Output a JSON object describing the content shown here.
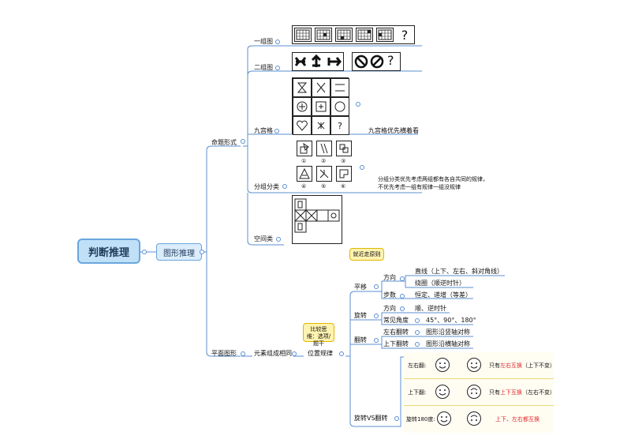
{
  "root": {
    "label": "判断推理"
  },
  "sub": {
    "label": "图形推理"
  },
  "branch1": {
    "label": "命题形式",
    "items": {
      "yizu": "一组图",
      "erzu": "二组图",
      "jiugong": "九宫格",
      "jiugong_note": "九宫格优先横着看",
      "fenzu": "分组分类",
      "fenzu_note_1": "分组分类优先考虑两组都有各自共同的规律，",
      "fenzu_note_2": "不优先考虑一组有规律一组没规律",
      "kongjian": "空间类"
    },
    "qmark": "?",
    "group_nums": [
      "①",
      "②",
      "③",
      "④",
      "⑤",
      "⑥"
    ]
  },
  "branch2": {
    "label": "平面图形",
    "child": "元素组成相同",
    "position": "位置规律",
    "callout_compare": "比较思维：选项/题干",
    "callout_near": "就近走原则",
    "pingyi": {
      "label": "平移",
      "fangxiang": "方向",
      "fangxiang_items": [
        "直线（上下、左右、斜对角线）",
        "绕圈（顺逆时针）"
      ],
      "bushu": "步数",
      "bushu_val": "恒定、递增（等差）"
    },
    "xuanzhuan": {
      "label": "旋转",
      "fangxiang": "方向",
      "fangxiang_val": "顺、逆时针",
      "jiaodu": "常见角度",
      "jiaodu_val": "45°、90°、180°"
    },
    "fanzhuan": {
      "label": "翻转",
      "zuoyou": "左右翻转",
      "zuoyou_val": "图形沿竖轴对称",
      "shangxia": "上下翻转",
      "shangxia_val": "图形沿横轴对称"
    },
    "vs": {
      "label": "旋转VS翻转",
      "rows": [
        {
          "name": "左右翻:",
          "pre": "只有",
          "hl": "左右互换",
          "post": "（上下不变）"
        },
        {
          "name": "上下翻:",
          "pre": "只有",
          "hl": "上下互换",
          "post": "（左右不变）"
        },
        {
          "name": "旋转180度:",
          "pre": "",
          "hl": "上下、左右都互换",
          "post": ""
        }
      ]
    }
  }
}
